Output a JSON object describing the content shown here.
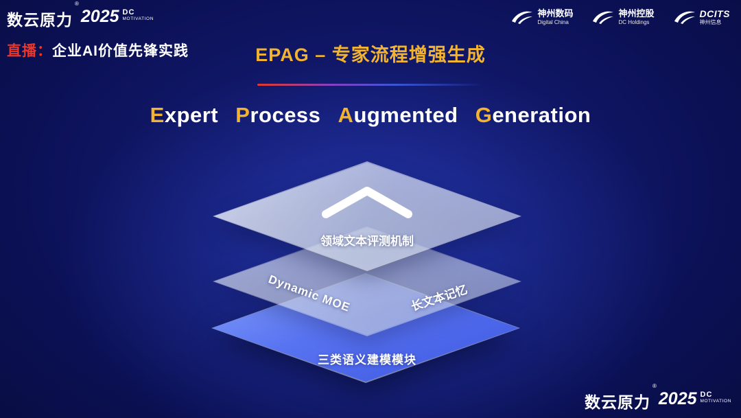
{
  "colors": {
    "accent_gold": "#f2b331",
    "live_red": "#e8382d",
    "layer_blue": "#5873f1",
    "background_navy": "#0b1054"
  },
  "brand_top": {
    "name": "数云原力",
    "reg": "®",
    "year": "2025",
    "dc": "DC",
    "motivation": "MOTIVATION"
  },
  "live": {
    "prefix": "直播：",
    "title": "企业AI价值先锋实践"
  },
  "slide_title": "EPAG – 专家流程增强生成",
  "partners": [
    {
      "top": "神州数码",
      "bottom": "Digital China"
    },
    {
      "top": "神州控股",
      "bottom": "DC Holdings"
    },
    {
      "top": "DCITS",
      "bottom": "神州信息"
    }
  ],
  "main_title": {
    "full": "Expert Process Augmented Generation",
    "words": [
      {
        "initial": "E",
        "rest": "xpert"
      },
      {
        "initial": "P",
        "rest": "rocess"
      },
      {
        "initial": "A",
        "rest": "ugmented"
      },
      {
        "initial": "G",
        "rest": "eneration"
      }
    ]
  },
  "diagram": {
    "top_layer_label": "领域文本评测机制",
    "middle_layer_left_label": "Dynamic MOE",
    "middle_layer_right_label": "长文本记忆",
    "bottom_layer_label": "三类语义建模模块"
  },
  "brand_bottom": {
    "name": "数云原力",
    "reg": "®",
    "year": "2025",
    "dc": "DC",
    "motivation": "MOTIVATION"
  }
}
